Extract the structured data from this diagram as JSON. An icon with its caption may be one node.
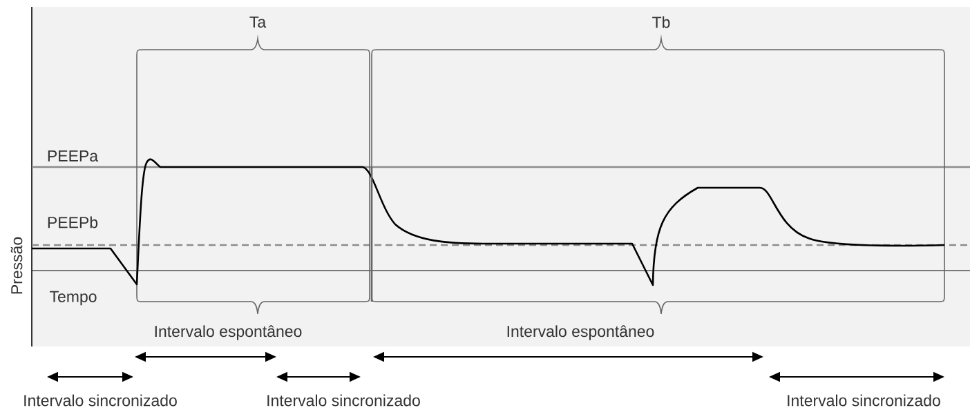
{
  "diagram": {
    "labels": [
      "Ta",
      "Tb",
      "PEEPa",
      "PEEPb",
      "Pressão",
      "Tempo",
      "Intervalo espontâneo",
      "Intervalo espontâneo",
      "Intervalo sincronizado",
      "Intervalo sincronizado",
      "Intervalo sincronizado"
    ]
  }
}
